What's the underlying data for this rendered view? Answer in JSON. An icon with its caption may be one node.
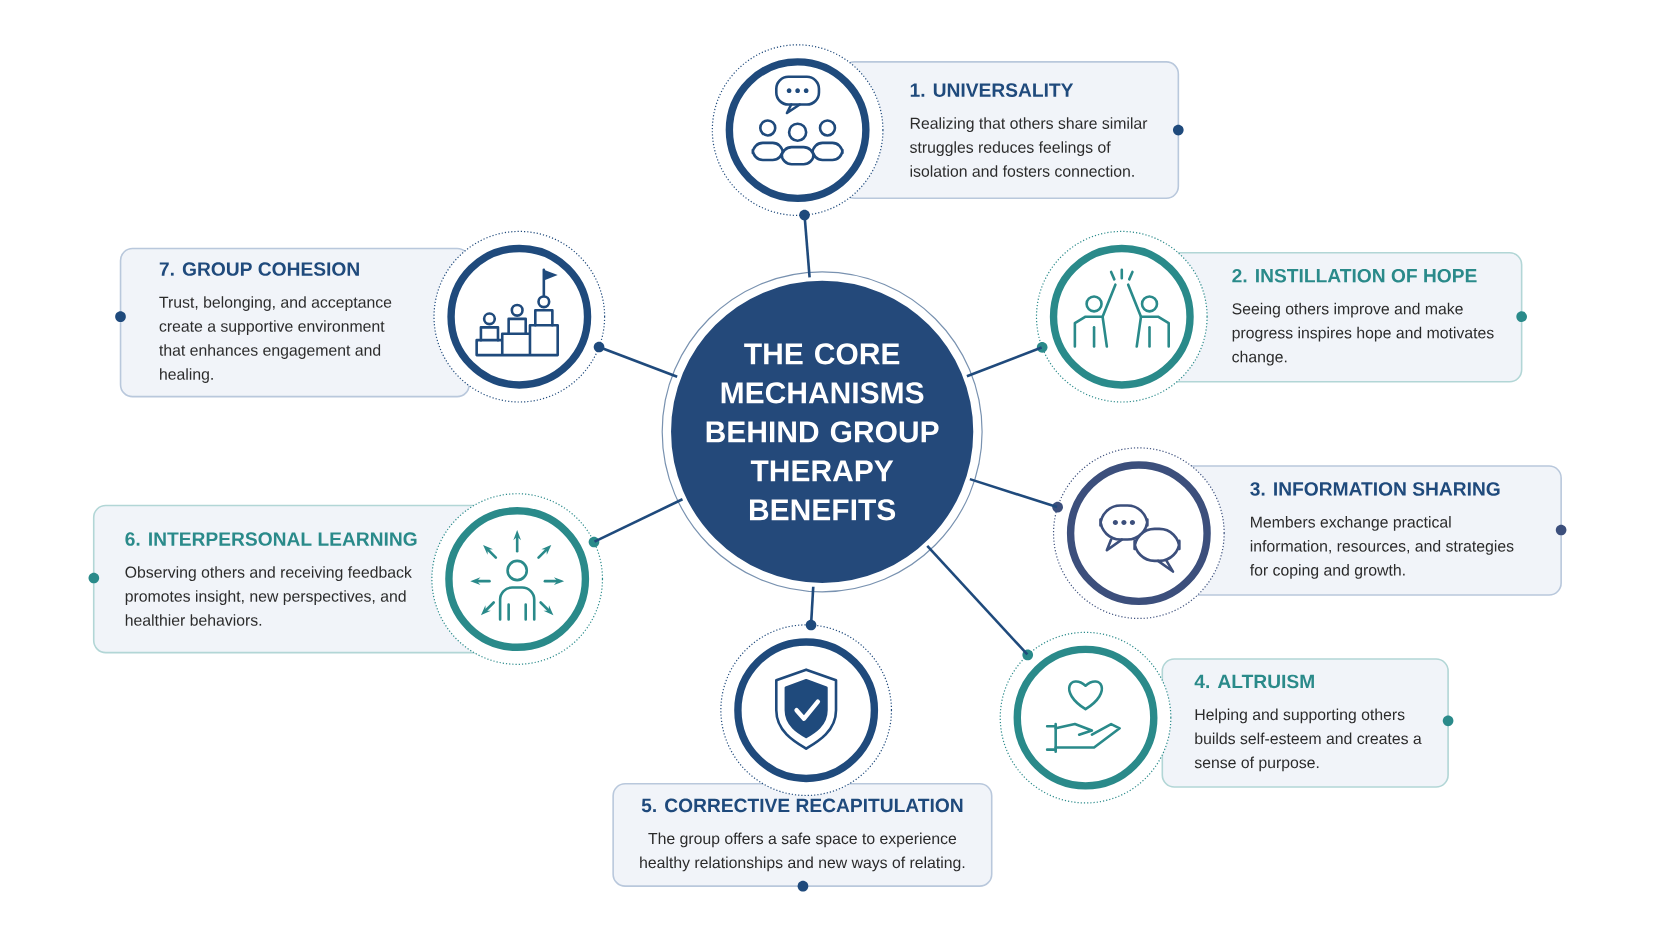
{
  "diagram": {
    "nodes": [
      {
        "text": [
          "THE CORE MECHANISMS BEHIND GROUP THERAPY BENEFITS"
        ]
      },
      {
        "text": [],
        "shape": "circle"
      },
      {
        "text": [
          "1. UNIVERSALITY",
          "Realizing that others share similar struggles reduces feelings of isolation and fosters connection."
        ]
      },
      {
        "text": [],
        "shape": "circle"
      },
      {
        "text": [
          "2. INSTILLATION OF HOPE",
          "Seeing others improve and make progress inspires hope and motivates change."
        ]
      },
      {
        "text": [],
        "shape": "circle"
      },
      {
        "text": [
          "3. INFORMATION SHARING",
          "Members exchange practical information, resources, and strategies for coping and growth."
        ]
      },
      {
        "text": [],
        "shape": "circle"
      },
      {
        "text": [
          "4. ALTRUISM",
          "Helping and supporting others builds self-esteem and creates a sense of purpose."
        ]
      },
      {
        "text": [],
        "shape": "circle"
      },
      {
        "text": [
          "5. CORRECTIVE RECAPITULATION",
          "The group offers a safe space to experience healthy relationships and new ways of relating."
        ]
      },
      {
        "text": [],
        "shape": "circle"
      },
      {
        "text": [
          "6. INTERPERSONAL LEARNING",
          "Observing others and receiving feedback promotes insight, new perspectives, and healthier behaviors."
        ]
      },
      {
        "text": [],
        "shape": "circle"
      },
      {
        "text": [
          "7. GROUP COHESION",
          "Trust, belonging, and acceptance create a supportive environment that enhances engagement and healing."
        ]
      }
    ],
    "edges": [
      {
        "from": 0,
        "to": 1,
        "arrow": "none"
      },
      {
        "from": 0,
        "to": 3,
        "arrow": "none"
      },
      {
        "from": 0,
        "to": 5,
        "arrow": "none"
      },
      {
        "from": 0,
        "to": 7,
        "arrow": "none"
      },
      {
        "from": 0,
        "to": 9,
        "arrow": "none"
      },
      {
        "from": 0,
        "to": 11,
        "arrow": "none"
      },
      {
        "from": 0,
        "to": 13,
        "arrow": "none"
      }
    ]
  }
}
